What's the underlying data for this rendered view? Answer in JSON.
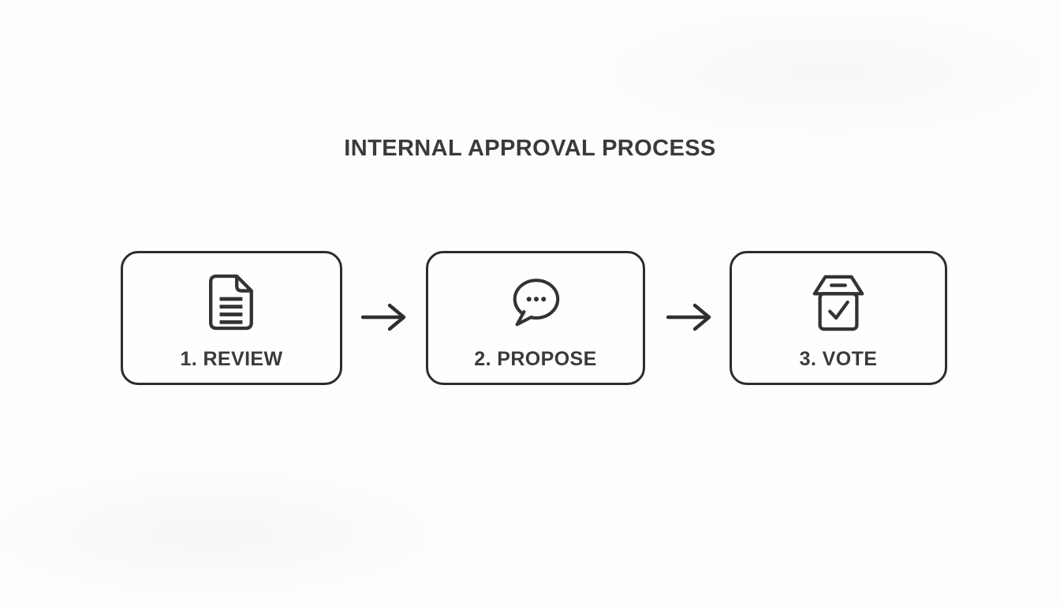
{
  "title": "INTERNAL APPROVAL PROCESS",
  "diagram": {
    "type": "flow",
    "direction": "left-to-right",
    "steps": [
      {
        "order": 1,
        "label": "1. REVIEW",
        "icon": "document-icon"
      },
      {
        "order": 2,
        "label": "2. PROPOSE",
        "icon": "speech-bubble-icon"
      },
      {
        "order": 3,
        "label": "3. VOTE",
        "icon": "ballot-box-icon"
      }
    ],
    "connectors": [
      {
        "from": "1. REVIEW",
        "to": "2. PROPOSE",
        "icon": "arrow-right-icon"
      },
      {
        "from": "2. PROPOSE",
        "to": "3. VOTE",
        "icon": "arrow-right-icon"
      }
    ]
  },
  "colors": {
    "ink": "#333333",
    "border": "#2d2d2d",
    "text": "#3a3a3a",
    "background": "#fdfdfd"
  }
}
